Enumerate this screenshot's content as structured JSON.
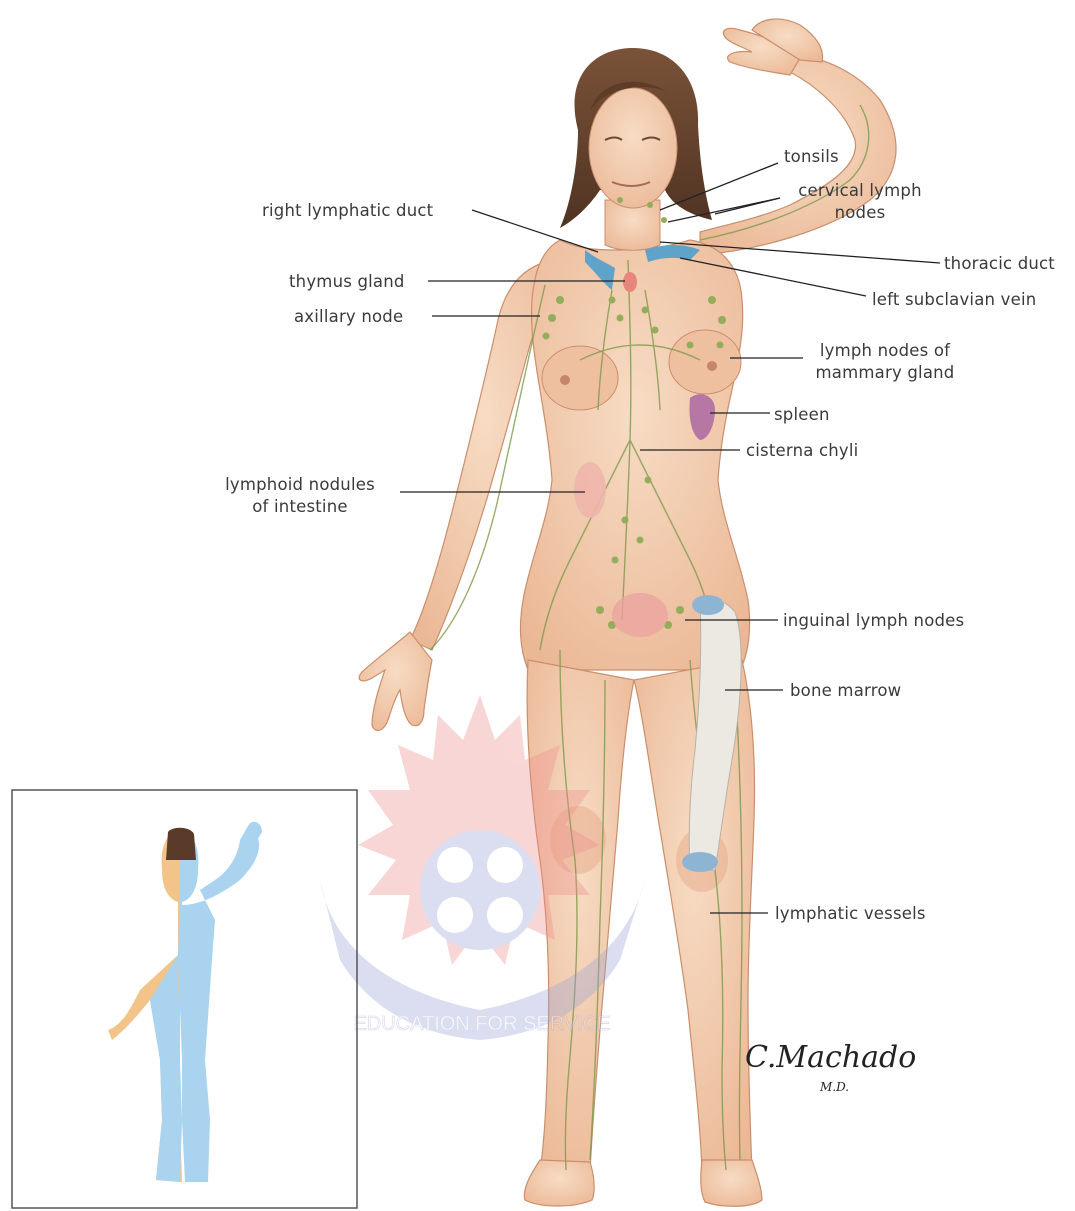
{
  "labels": {
    "tonsils": "tonsils",
    "cervical_1": "cervical lymph",
    "cervical_2": "nodes",
    "right_lymphatic_duct": "right lymphatic duct",
    "thoracic_duct": "thoracic duct",
    "thymus_gland": "thymus gland",
    "left_subclavian_vein": "left subclavian vein",
    "axillary_node": "axillary node",
    "mammary_1": "lymph nodes of",
    "mammary_2": "mammary gland",
    "spleen": "spleen",
    "cisterna_chyli": "cisterna chyli",
    "intestine_1": "lymphoid nodules",
    "intestine_2": "of intestine",
    "inguinal": "inguinal lymph nodes",
    "bone_marrow": "bone marrow",
    "lymphatic_vessels": "lymphatic vessels"
  },
  "watermark": {
    "motto": "EDUCATION FOR SERVICE"
  },
  "signature": {
    "name": "C.Machado",
    "suffix": "M.D."
  },
  "colors": {
    "skin": "#f2c9a8",
    "skin_shadow": "#e3a986",
    "lymph": "#7d9a4a",
    "vein": "#5fa3c9",
    "spleen": "#b777a4",
    "inset_blue": "#a9d3ef",
    "inset_orange": "#f2c48a",
    "watermark_red": "#f08c8c",
    "watermark_blue": "#9aa3d6"
  }
}
